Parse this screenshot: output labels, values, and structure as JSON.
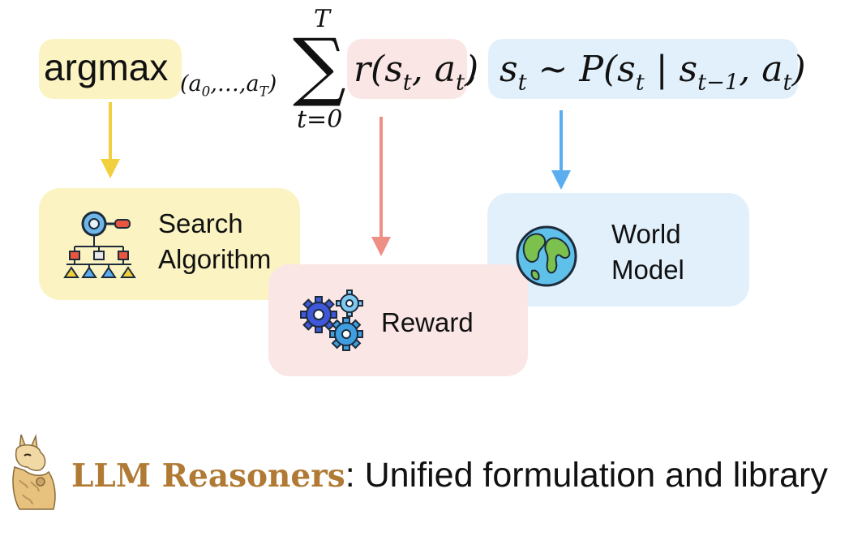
{
  "formula": {
    "argmax": "argmax",
    "argmax_sub": "(a0,…,aT)",
    "sigma": "∑",
    "sigma_top": "T",
    "sigma_bottom": "t=0",
    "reward_term": "r(st, at)",
    "world_term": "st ~ P(st | st−1, at)"
  },
  "boxes": {
    "search_line1": "Search",
    "search_line2": "Algorithm",
    "world_line1": "World",
    "world_line2": "Model",
    "reward": "Reward"
  },
  "footer": {
    "brand": "LLM Reasoners",
    "rest": ": Unified formulation and library"
  },
  "colors": {
    "search_fill": "#fbf3c2",
    "reward_fill": "#fbe6e6",
    "world_fill": "#e1f0fb",
    "search_arrow": "#f2cf3c",
    "reward_arrow": "#ee8f85",
    "world_arrow": "#5aaef0",
    "brand_text": "#b07a34"
  },
  "icons": {
    "search": "search-tree-icon",
    "reward": "gears-icon",
    "world": "globe-icon",
    "logo": "llama-icon"
  }
}
